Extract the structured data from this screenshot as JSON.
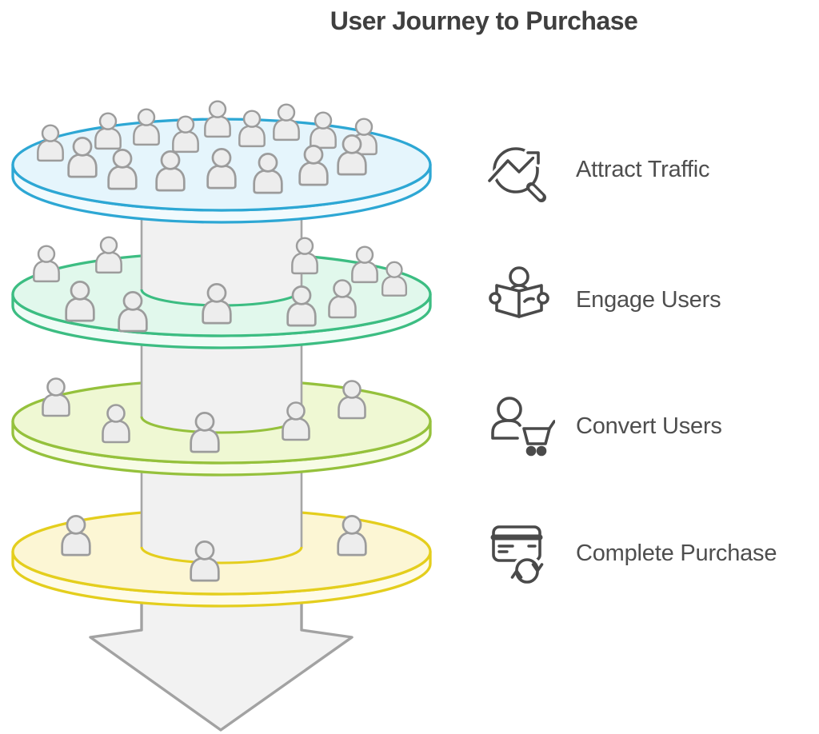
{
  "title": "User Journey to Purchase",
  "funnel": {
    "stages": [
      {
        "label": "Attract Traffic",
        "icon": "growth-search-icon",
        "stroke": "#2da7d4",
        "fill_top": "#e5f5fc",
        "fill_rim": "#f1fafd",
        "people_count": 16,
        "people": [
          [
            63,
            198,
            0.95
          ],
          [
            135,
            183,
            0.95
          ],
          [
            183,
            178,
            0.95
          ],
          [
            232,
            187,
            0.95
          ],
          [
            272,
            168,
            0.95
          ],
          [
            315,
            180,
            0.95
          ],
          [
            358,
            172,
            0.95
          ],
          [
            404,
            182,
            0.95
          ],
          [
            455,
            190,
            0.95
          ],
          [
            103,
            218,
            1.05
          ],
          [
            153,
            233,
            1.05
          ],
          [
            213,
            235,
            1.05
          ],
          [
            277,
            232,
            1.05
          ],
          [
            335,
            238,
            1.05
          ],
          [
            392,
            228,
            1.05
          ],
          [
            440,
            215,
            1.05
          ]
        ]
      },
      {
        "label": "Engage Users",
        "icon": "reading-book-icon",
        "stroke": "#3cbd82",
        "fill_top": "#e1f8ec",
        "fill_rim": "#effcf6",
        "people_count": 10,
        "people": [
          [
            58,
            349,
            0.95
          ],
          [
            136,
            338,
            0.95
          ],
          [
            381,
            339,
            0.95
          ],
          [
            456,
            350,
            0.95
          ],
          [
            493,
            367,
            0.9
          ],
          [
            100,
            398,
            1.05
          ],
          [
            166,
            411,
            1.05
          ],
          [
            271,
            401,
            1.05
          ],
          [
            377,
            404,
            1.05
          ],
          [
            428,
            394,
            1.0
          ]
        ]
      },
      {
        "label": "Convert Users",
        "icon": "user-cart-icon",
        "stroke": "#95c13c",
        "fill_top": "#eff8d3",
        "fill_rim": "#f7fce6",
        "people_count": 5,
        "people": [
          [
            70,
            517,
            1.0
          ],
          [
            145,
            550,
            1.0
          ],
          [
            256,
            562,
            1.05
          ],
          [
            370,
            547,
            1.0
          ],
          [
            440,
            520,
            1.0
          ]
        ]
      },
      {
        "label": "Complete Purchase",
        "icon": "card-sync-icon",
        "stroke": "#e4ce1d",
        "fill_top": "#fcf6d4",
        "fill_rim": "#fefbe8",
        "people_count": 3,
        "people": [
          [
            95,
            691,
            1.05
          ],
          [
            256,
            723,
            1.05
          ],
          [
            440,
            691,
            1.05
          ]
        ]
      }
    ],
    "shaft": {
      "fill": "#f1f1f1",
      "stroke": "#a6a6a6"
    },
    "arrow": {
      "fill": "#f2f2f2",
      "stroke": "#a2a2a2"
    },
    "people_style": {
      "fill": "#ededed",
      "stroke": "#9c9c9c"
    }
  },
  "legend": {
    "icon_color": "#4a4a4a",
    "label_color": "#4e4e4e",
    "title_color": "#3f3f3f"
  }
}
